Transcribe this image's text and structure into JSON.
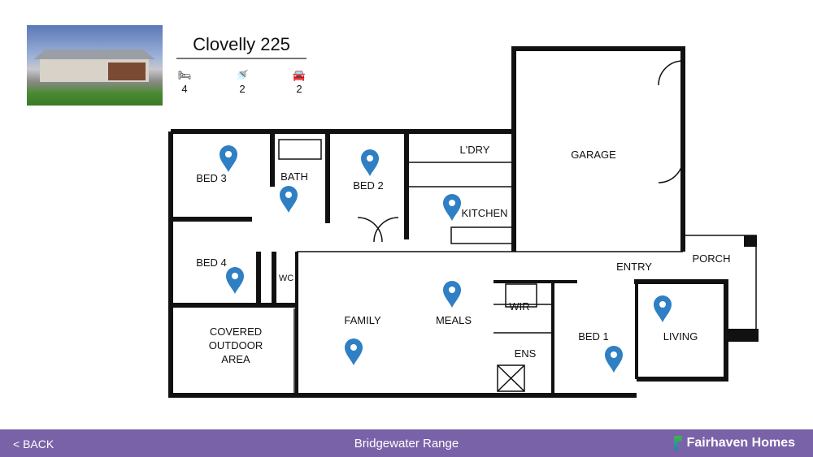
{
  "header": {
    "title": "Clovelly 225",
    "stats": [
      {
        "icon": "bed-icon",
        "value": "4"
      },
      {
        "icon": "shower-icon",
        "value": "2"
      },
      {
        "icon": "car-icon",
        "value": "2"
      }
    ]
  },
  "plan": {
    "rooms": {
      "bed3": "BED 3",
      "bath": "BATH",
      "bed2": "BED 2",
      "ldry": "L'DRY",
      "kitchen": "KITCHEN",
      "garage": "GARAGE",
      "bed4": "BED 4",
      "wc": "WC",
      "entry": "ENTRY",
      "porch": "PORCH",
      "covered1": "COVERED",
      "covered2": "OUTDOOR",
      "covered3": "AREA",
      "family": "FAMILY",
      "meals": "MEALS",
      "wir": "WIR",
      "ens": "ENS",
      "bed1": "BED 1",
      "living": "LIVING"
    }
  },
  "footer": {
    "back": "< BACK",
    "range": "Bridgewater Range",
    "brand": "Fairhaven Homes"
  },
  "colors": {
    "footer": "#7a62a8",
    "pin": "#2f7fc4"
  }
}
